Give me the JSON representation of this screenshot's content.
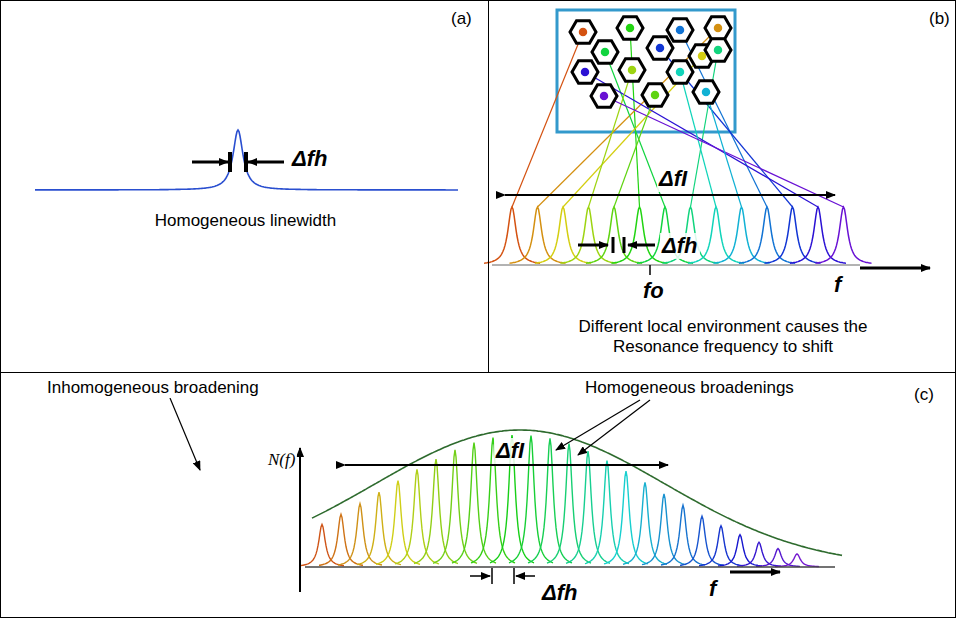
{
  "diagram": {
    "nodes": [
      {
        "text": [
          "(a)",
          "Homogeneous linewidth"
        ]
      },
      {
        "text": [
          "(b)",
          "Different local environment causes the Resonance frequency to shift"
        ]
      },
      {
        "text": [
          "(c)"
        ]
      }
    ],
    "labels": [
      "Δfh",
      "ΔfI",
      "Δfh",
      "fo",
      "f",
      "Inhomogeneous broadening",
      "Homogeneous broadenings",
      "N(f)",
      "ΔfI",
      "Δfh",
      "f"
    ]
  }
}
